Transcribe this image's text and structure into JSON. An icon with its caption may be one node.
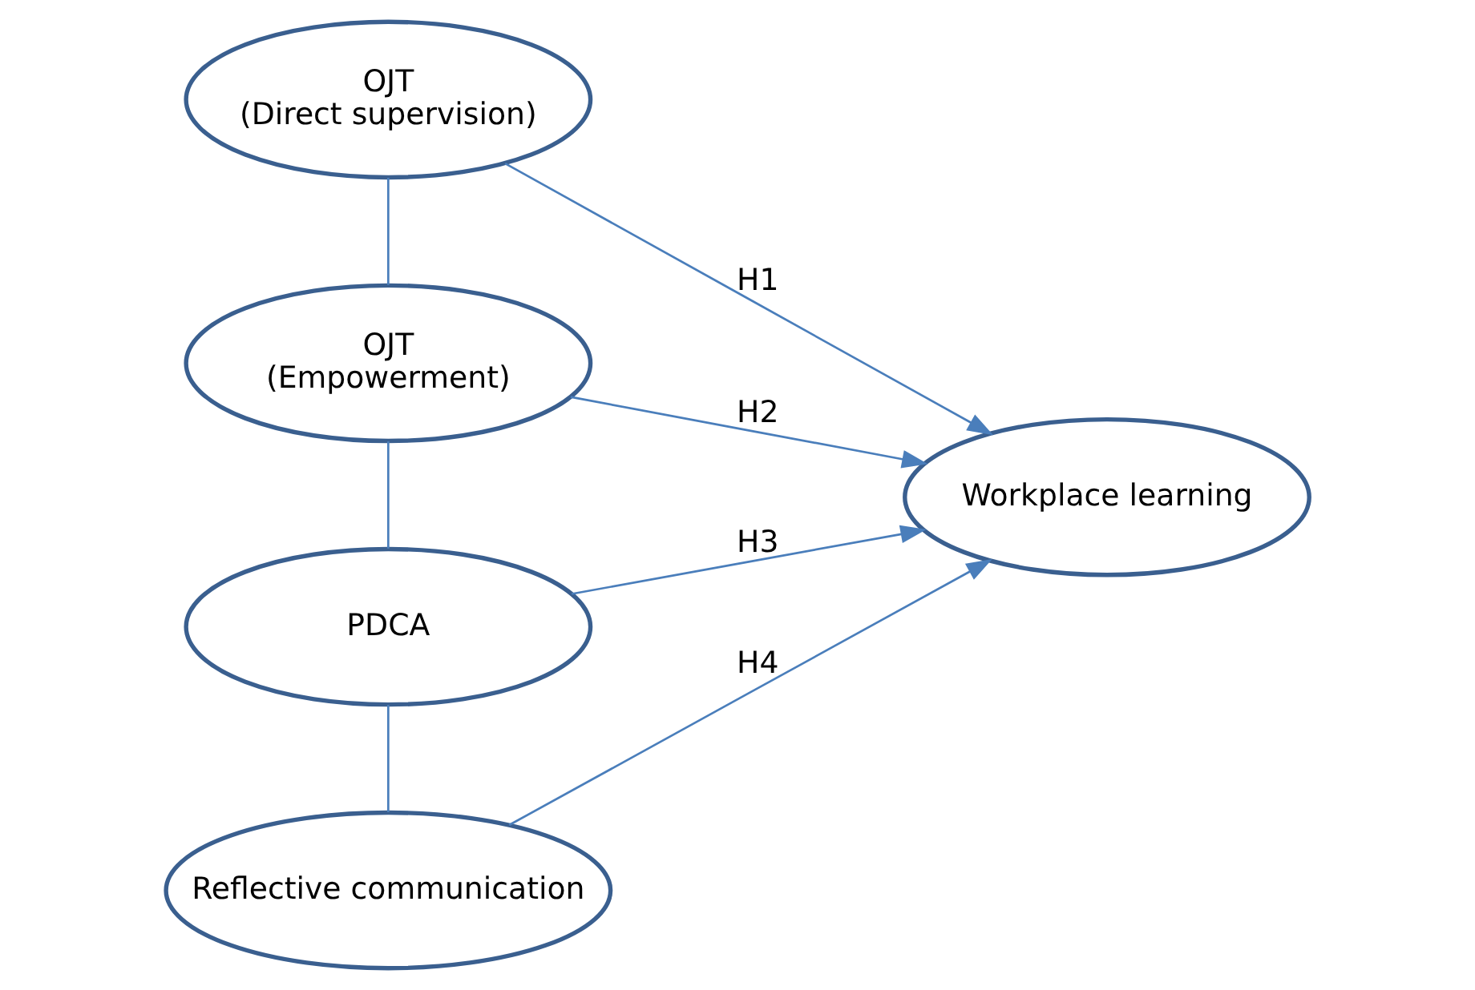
{
  "diagram": {
    "nodes": [
      {
        "text": [
          "OJT",
          "(Direct supervision)"
        ]
      },
      {
        "text": [
          "OJT",
          "(Empowerment)"
        ]
      },
      {
        "text": [
          "PDCA"
        ]
      },
      {
        "text": [
          "Reflective communication"
        ]
      },
      {
        "text": [
          "Workplace learning"
        ]
      }
    ],
    "edges": [
      {
        "from": 0,
        "to": 4,
        "arrow": "to",
        "label": "H1"
      },
      {
        "from": 1,
        "to": 4,
        "arrow": "to",
        "label": "H2"
      },
      {
        "from": 2,
        "to": 4,
        "arrow": "to",
        "label": "H3"
      },
      {
        "from": 3,
        "to": 4,
        "arrow": "to",
        "label": "H4"
      },
      {
        "from": 0,
        "to": 1,
        "arrow": "none"
      },
      {
        "from": 1,
        "to": 2,
        "arrow": "none"
      },
      {
        "from": 2,
        "to": 3,
        "arrow": "none"
      }
    ]
  }
}
